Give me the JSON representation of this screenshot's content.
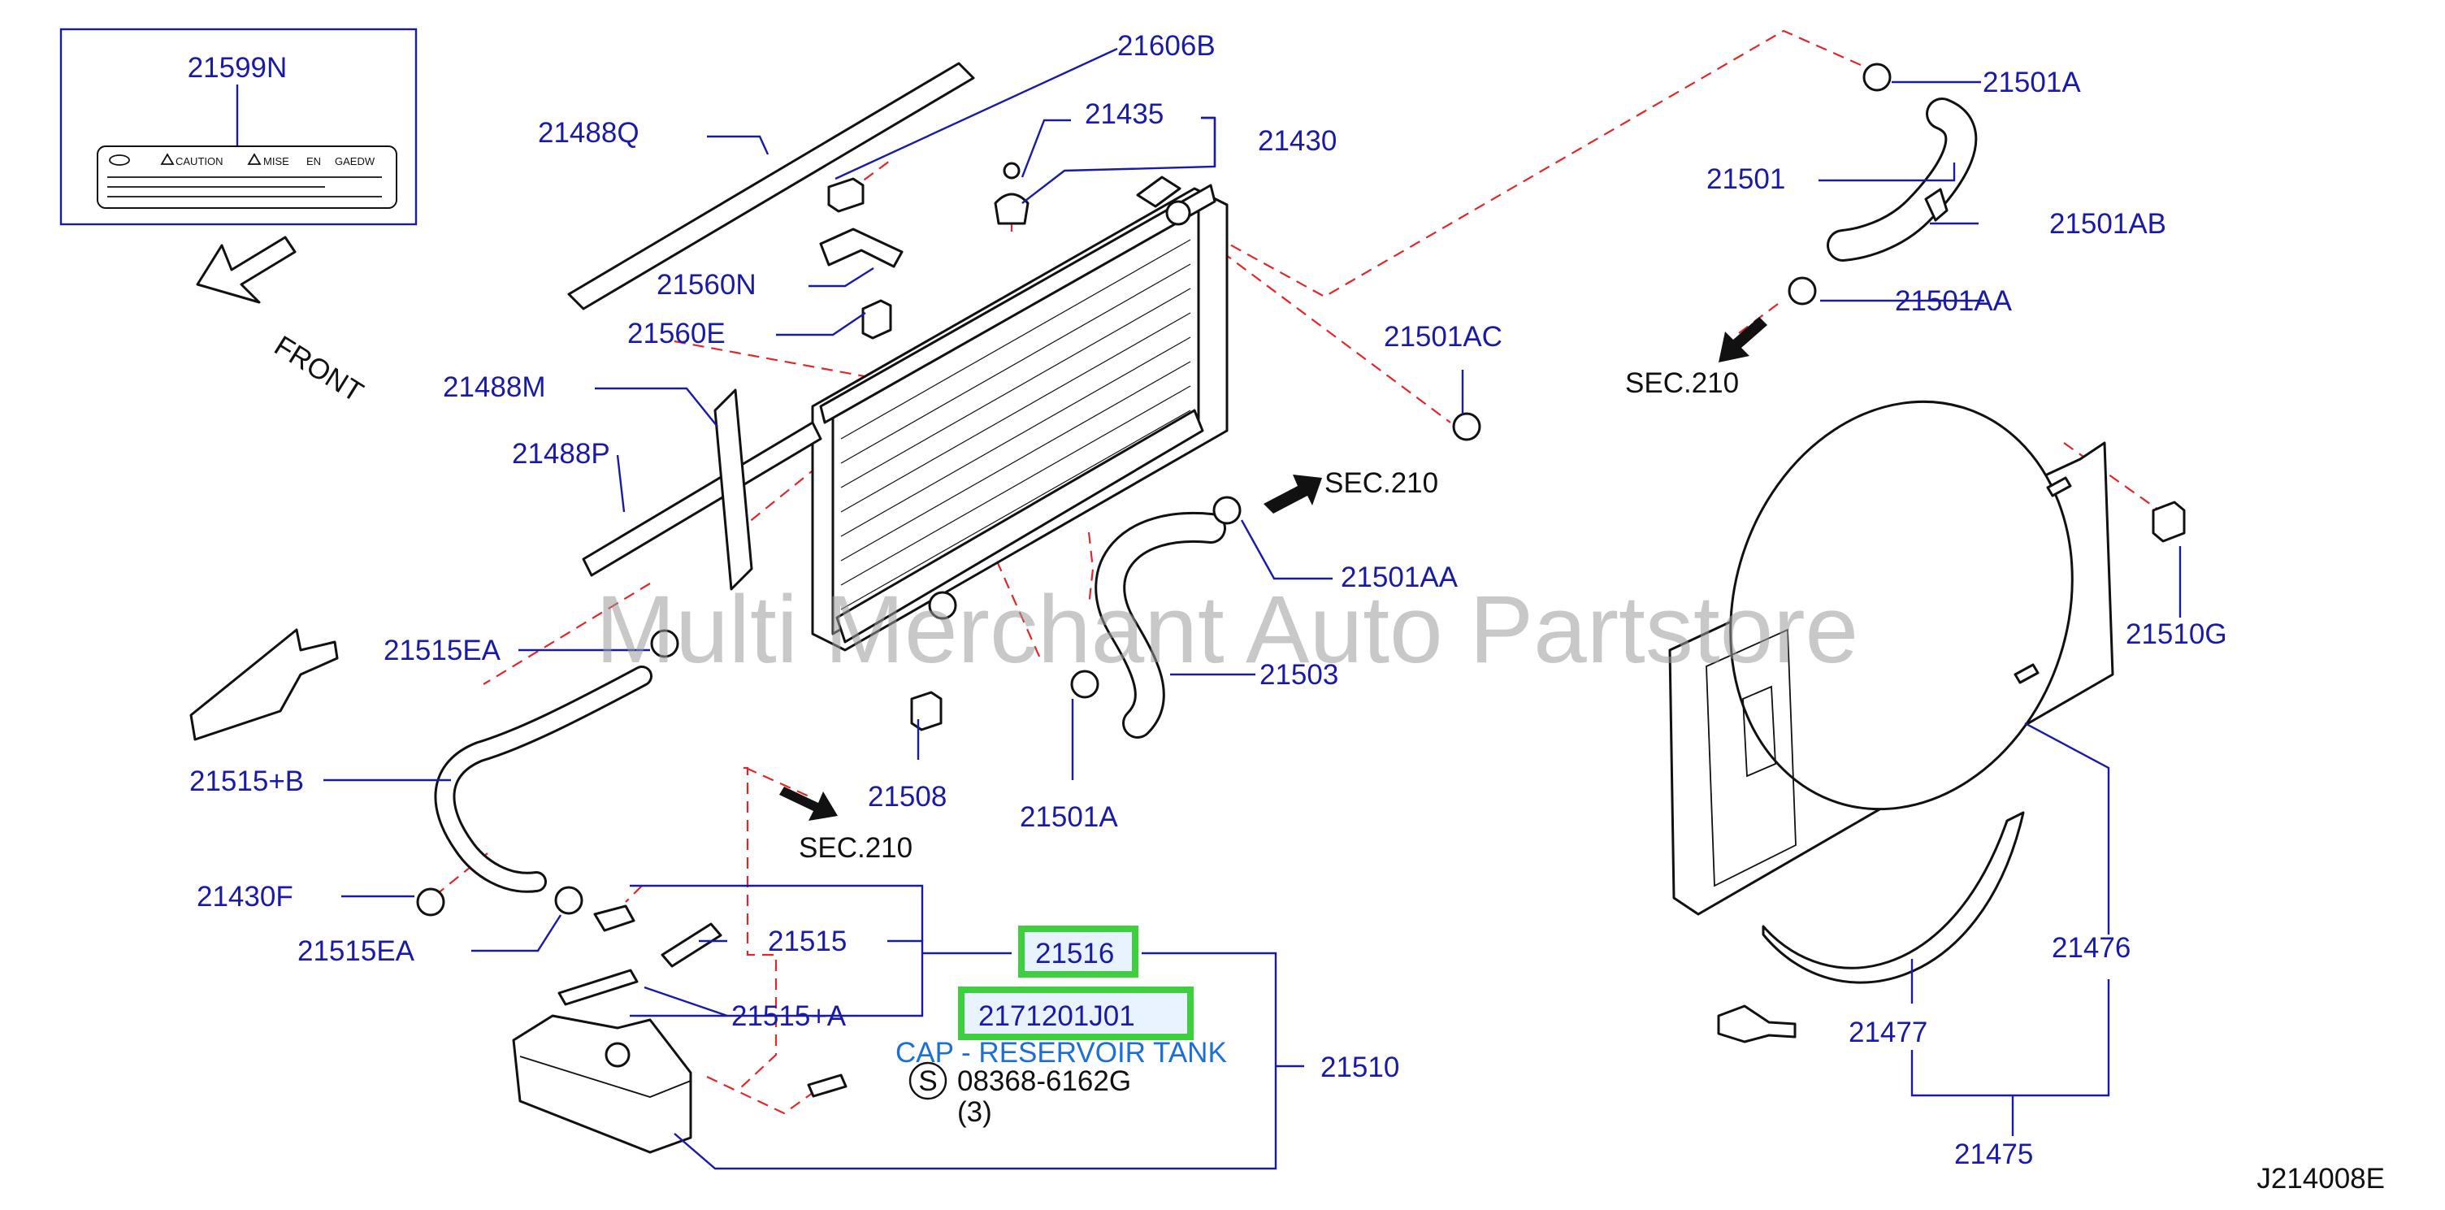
{
  "diagram": {
    "code": "J214008E",
    "watermark": "Multi Merchant Auto Partstore",
    "front_label": "FRONT",
    "label_sticker": {
      "part_no": "21599N",
      "text_caution": "CAUTION",
      "text_mise": "MISE",
      "text_en": "EN",
      "text_gaedw": "GAEDW"
    },
    "callouts": {
      "c21606B": "21606B",
      "c21488Q": "21488Q",
      "c21435": "21435",
      "c21430": "21430",
      "c21560N": "21560N",
      "c21560E": "21560E",
      "c21488M": "21488M",
      "c21488P": "21488P",
      "c21501AC": "21501AC",
      "c21501A_top": "21501A",
      "c21501": "21501",
      "c21501AB": "21501AB",
      "c21501AA_top": "21501AA",
      "c21501AA_mid": "21501AA",
      "c21503": "21503",
      "c21501A_bottom": "21501A",
      "c21508": "21508",
      "c21515EA_top": "21515EA",
      "c21515B": "21515+B",
      "c21430F": "21430F",
      "c21515EA_bottom": "21515EA",
      "c21515": "21515",
      "c21515A": "21515+A",
      "c21516": "21516",
      "c2171201J01": "2171201J01",
      "c21510": "21510",
      "c08368": "08368-6162G",
      "c_qty": "(3)",
      "c_s": "S",
      "c21510G": "21510G",
      "c21476": "21476",
      "c21477": "21477",
      "c21475": "21475"
    },
    "highlight_desc": "CAP - RESERVOIR TANK",
    "sec_refs": {
      "top_right": "SEC.210",
      "mid": "SEC.210",
      "bottom": "SEC.210"
    },
    "colors": {
      "part_number": "#1a1aa8",
      "leader_dash": "#e0272b",
      "highlight_border": "#3ecf3e",
      "highlight_text": "#1c6fd6"
    }
  }
}
